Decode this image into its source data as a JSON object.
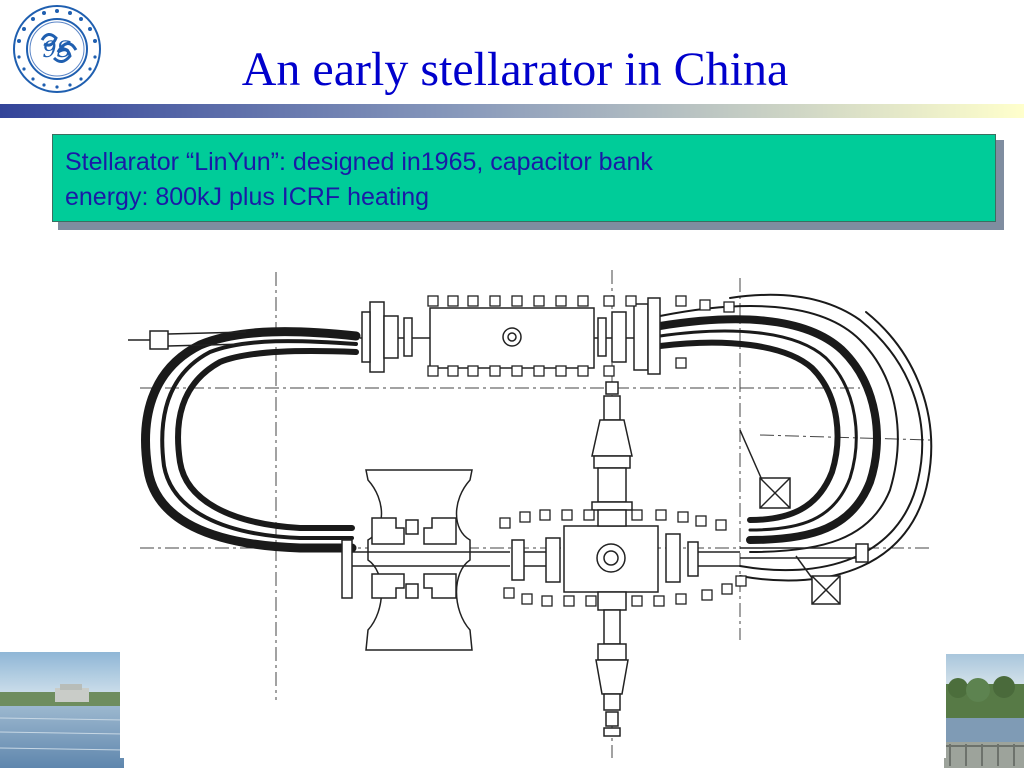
{
  "slide": {
    "title": "An early stellarator in China",
    "box_line1": "Stellarator “LinYun”:  designed in1965, capacitor bank",
    "box_line2": "energy: 800kJ plus ICRF heating"
  },
  "logo": {
    "monogram": "9S"
  },
  "colors": {
    "title": "#0000cc",
    "box_fill": "#00cc99",
    "box_text": "#1a1aa6",
    "rule_start": "#334499",
    "rule_end": "#ffffcc"
  },
  "images": {
    "diagram": "stellarator-schematic",
    "left_photo": "campus-lake-photo",
    "right_photo": "campus-waterfront-photo"
  }
}
